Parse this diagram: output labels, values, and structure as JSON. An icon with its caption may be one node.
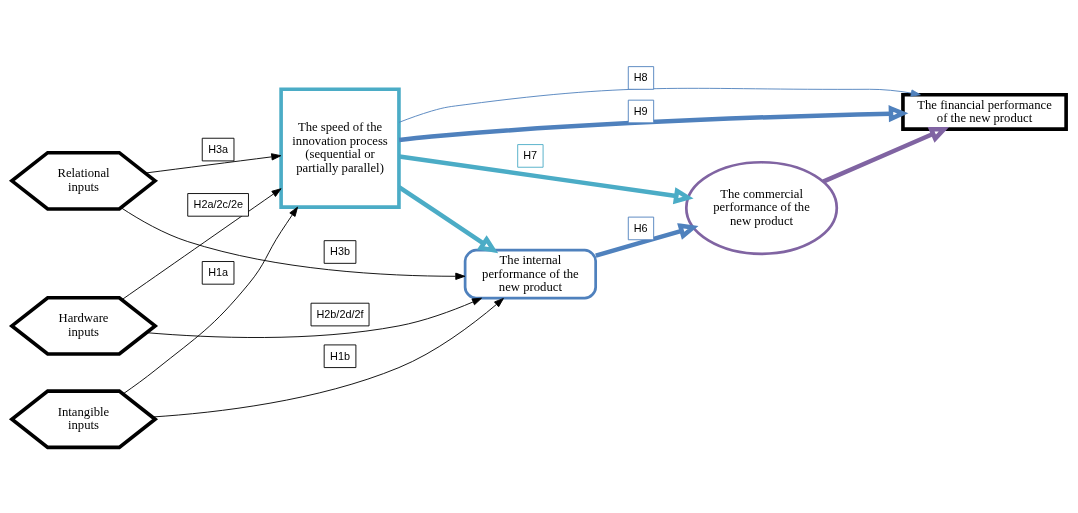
{
  "diagram": {
    "nodes": [
      {
        "text": [
          "Intangible inputs"
        ]
      },
      {
        "text": [
          "Hardware inputs"
        ]
      },
      {
        "text": [
          "Relational inputs"
        ]
      },
      {
        "text": [
          "The speed of the innovation process (sequential or partially parallel)"
        ]
      },
      {
        "text": [
          "The internal performance of the new product"
        ]
      },
      {
        "text": [
          "The commercial performance of the new product"
        ]
      },
      {
        "text": [
          "The financial performance of the new product"
        ]
      }
    ],
    "edges": [
      {
        "from": 0,
        "to": 4,
        "arrow": "to",
        "label": "H1b"
      },
      {
        "from": 0,
        "to": 3,
        "arrow": "to",
        "label": "H1a"
      },
      {
        "from": 1,
        "to": 4,
        "arrow": "to",
        "label": "H2b/2d/2f"
      },
      {
        "from": 1,
        "to": 3,
        "arrow": "to",
        "label": "H2a/2c/2e"
      },
      {
        "from": 2,
        "to": 3,
        "arrow": "to",
        "label": "H3a"
      },
      {
        "from": 2,
        "to": 4,
        "arrow": "to",
        "label": "H3b"
      },
      {
        "from": 3,
        "to": 5,
        "arrow": "to",
        "label": "H7",
        "style": "thick",
        "color": "#4bacc6"
      },
      {
        "from": 3,
        "to": 4,
        "arrow": "to",
        "style": "thick",
        "color": "#4bacc6"
      },
      {
        "from": 4,
        "to": 5,
        "arrow": "to",
        "label": "H6",
        "style": "thick",
        "color": "#4f81bd"
      },
      {
        "from": 3,
        "to": 6,
        "arrow": "to",
        "label": "H9",
        "style": "thick",
        "color": "#4f81bd"
      },
      {
        "from": 3,
        "to": 6,
        "arrow": "to",
        "label": "H8",
        "color": "#4f81bd"
      },
      {
        "from": 5,
        "to": 6,
        "arrow": "to",
        "style": "thick",
        "color": "#8064a2"
      }
    ]
  }
}
